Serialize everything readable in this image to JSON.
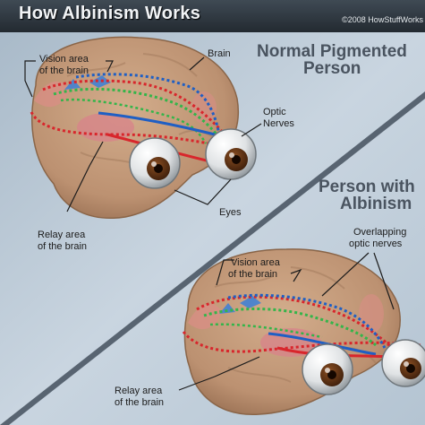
{
  "header": {
    "title": "How Albinism Works",
    "credit": "©2008 HowStuffWorks"
  },
  "top_panel": {
    "heading": [
      "Normal Pigmented",
      "Person"
    ],
    "labels": {
      "vision_area": [
        "Vision area",
        "of the brain"
      ],
      "brain": "Brain",
      "optic_nerves": [
        "Optic",
        "Nerves"
      ],
      "eyes": "Eyes",
      "relay_area": [
        "Relay area",
        "of the brain"
      ]
    }
  },
  "bottom_panel": {
    "heading": [
      "Person with",
      "Albinism"
    ],
    "labels": {
      "overlapping": [
        "Overlapping",
        "optic nerves"
      ],
      "vision_area": [
        "Vision area",
        "of the brain"
      ],
      "relay_area": [
        "Relay area",
        "of the brain"
      ]
    }
  },
  "colors": {
    "background": "#bcc9d6",
    "brain": "#c39a79",
    "red_nerve": "#d8262c",
    "blue_nerve": "#1f5fc4",
    "green_nerve": "#34b54a",
    "iris": "#5a2f12"
  }
}
